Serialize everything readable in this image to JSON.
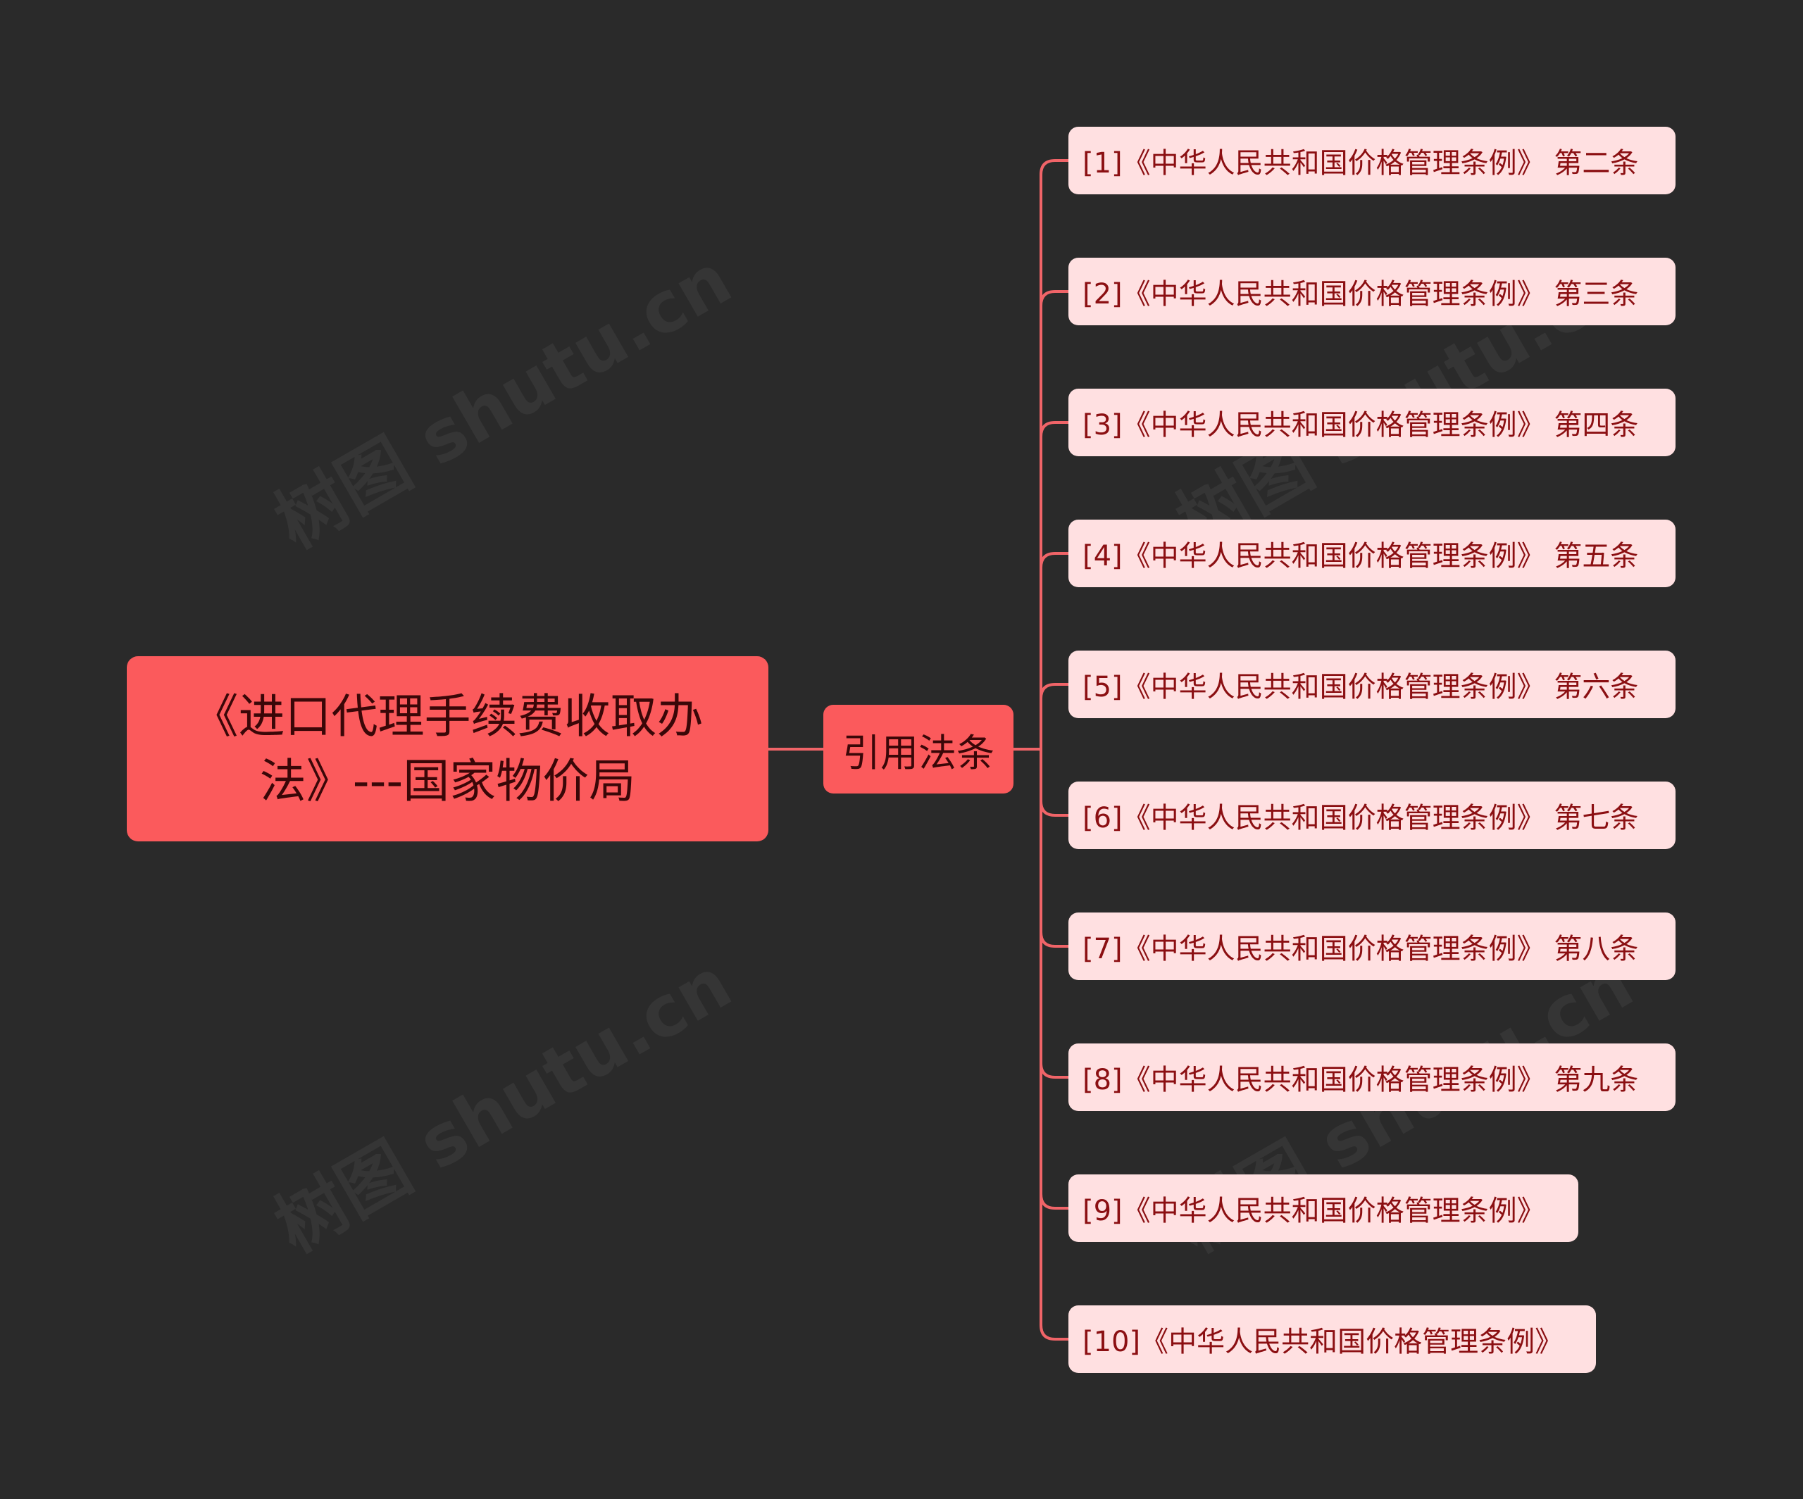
{
  "colors": {
    "background": "#2a2a2a",
    "root_fill": "#fb5a5c",
    "branch_fill": "#fb5a5c",
    "leaf_fill": "#ffe0e1",
    "leaf_text": "#8b0f12",
    "connector": "#f06468"
  },
  "root": {
    "label": "《进口代理手续费收取办法》---国家物价局"
  },
  "branch": {
    "label": "引用法条"
  },
  "leaves": [
    {
      "label": "[1]《中华人民共和国价格管理条例》 第二条"
    },
    {
      "label": "[2]《中华人民共和国价格管理条例》 第三条"
    },
    {
      "label": "[3]《中华人民共和国价格管理条例》 第四条"
    },
    {
      "label": "[4]《中华人民共和国价格管理条例》 第五条"
    },
    {
      "label": "[5]《中华人民共和国价格管理条例》 第六条"
    },
    {
      "label": "[6]《中华人民共和国价格管理条例》 第七条"
    },
    {
      "label": "[7]《中华人民共和国价格管理条例》 第八条"
    },
    {
      "label": "[8]《中华人民共和国价格管理条例》 第九条"
    },
    {
      "label": "[9]《中华人民共和国价格管理条例》"
    },
    {
      "label": "[10]《中华人民共和国价格管理条例》"
    }
  ],
  "watermark": {
    "text": "树图 shutu.cn"
  }
}
